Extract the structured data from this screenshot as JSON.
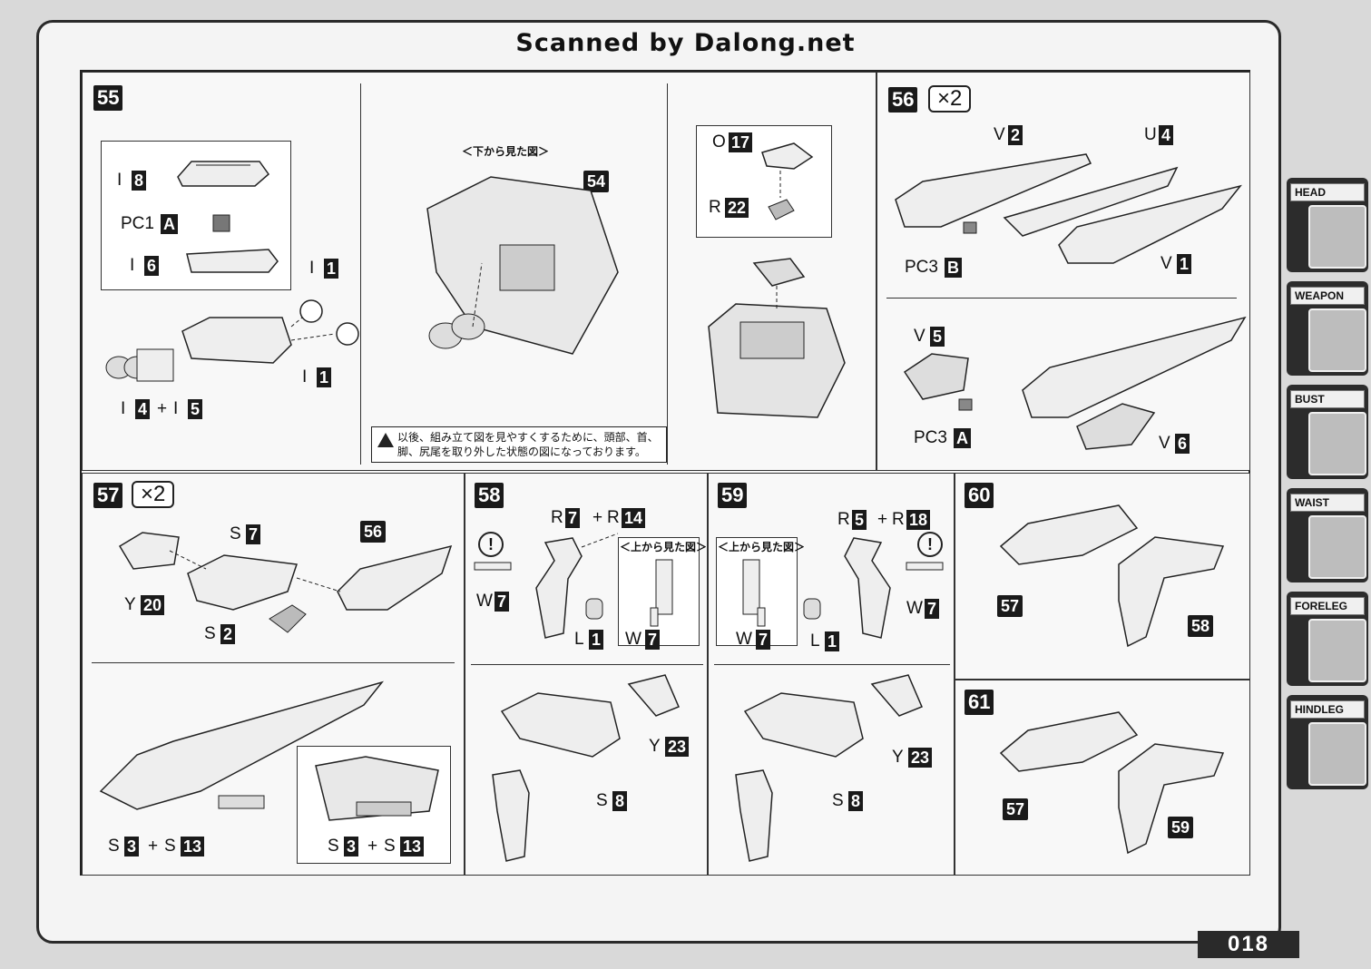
{
  "header": {
    "scan_credit": "Scanned by Dalong.net"
  },
  "page_number": "018",
  "side_tabs": [
    {
      "label": "HEAD"
    },
    {
      "label": "WEAPON"
    },
    {
      "label": "BUST"
    },
    {
      "label": "WAIST"
    },
    {
      "label": "FORELEG"
    },
    {
      "label": "HINDLEG"
    }
  ],
  "steps": {
    "s55": {
      "num": "55",
      "labels": [
        "I",
        "PC1",
        "I",
        "I",
        "I",
        "I",
        "I"
      ],
      "refs": [
        "8",
        "A",
        "6",
        "1",
        "1",
        "4",
        "5"
      ],
      "plus": "+",
      "view_below": "＜下から見た図＞",
      "ref_step": "54",
      "refs_right": [
        "17",
        "22"
      ],
      "labels_right": [
        "O",
        "R"
      ],
      "note": "以後、組み立て図を見やすくするために、頭部、首、脚、尻尾を取り外した状態の図になっております。"
    },
    "s56": {
      "num": "56",
      "times": "×2",
      "labels": [
        "V",
        "U",
        "PC3",
        "V",
        "V",
        "PC3",
        "V"
      ],
      "refs": [
        "2",
        "4",
        "B",
        "1",
        "5",
        "A",
        "6"
      ]
    },
    "s57": {
      "num": "57",
      "times": "×2",
      "labels": [
        "S",
        "Y",
        "S",
        "S",
        "S",
        "S",
        "S"
      ],
      "refs": [
        "7",
        "20",
        "2",
        "3",
        "13",
        "3",
        "13"
      ],
      "ref_step": "56",
      "plus": "+"
    },
    "s58": {
      "num": "58",
      "labels": [
        "R",
        "R",
        "W",
        "L",
        "W",
        "Y",
        "S"
      ],
      "refs": [
        "7",
        "14",
        "7",
        "1",
        "7",
        "23",
        "8"
      ],
      "view_above": "＜上から見た図＞",
      "plus": "+",
      "caution": "!"
    },
    "s59": {
      "num": "59",
      "labels": [
        "R",
        "R",
        "W",
        "L",
        "W",
        "Y",
        "S"
      ],
      "refs": [
        "5",
        "18",
        "7",
        "1",
        "7",
        "23",
        "8"
      ],
      "view_above": "＜上から見た図＞",
      "plus": "+",
      "caution": "!"
    },
    "s60": {
      "num": "60",
      "ref_a": "57",
      "ref_b": "58"
    },
    "s61": {
      "num": "61",
      "ref_a": "57",
      "ref_b": "59"
    }
  }
}
